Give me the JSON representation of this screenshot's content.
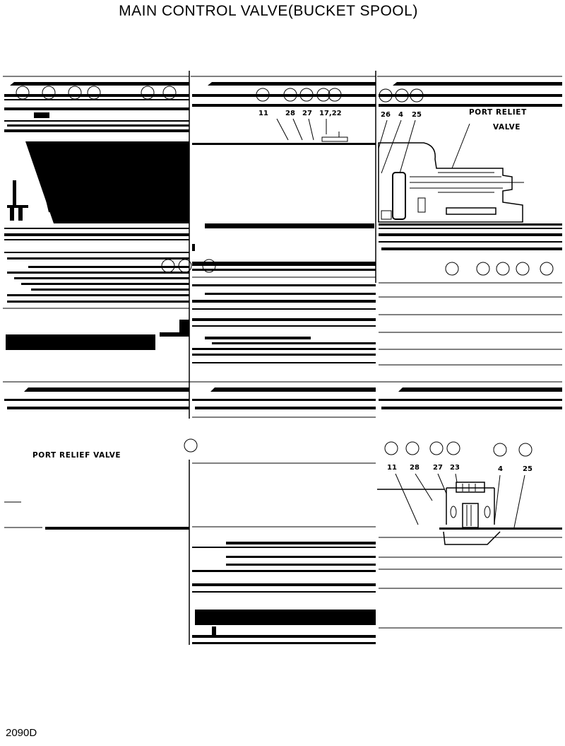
{
  "header": {
    "title": "MAIN CONTROL VALVE(BUCKET SPOOL)",
    "page_code": "2090D"
  },
  "panels": {
    "top_middle": {
      "callouts": [
        "11",
        "28",
        "27",
        "17,22"
      ]
    },
    "top_right": {
      "callouts": [
        "26",
        "4",
        "25"
      ],
      "note_line1": "PORT RELIET",
      "note_line2": "VALVE"
    },
    "bottom_left": {
      "note": "PORT RELIEF VALVE"
    },
    "bottom_right": {
      "callouts": [
        "11",
        "28",
        "27",
        "23",
        "4",
        "25"
      ]
    }
  }
}
